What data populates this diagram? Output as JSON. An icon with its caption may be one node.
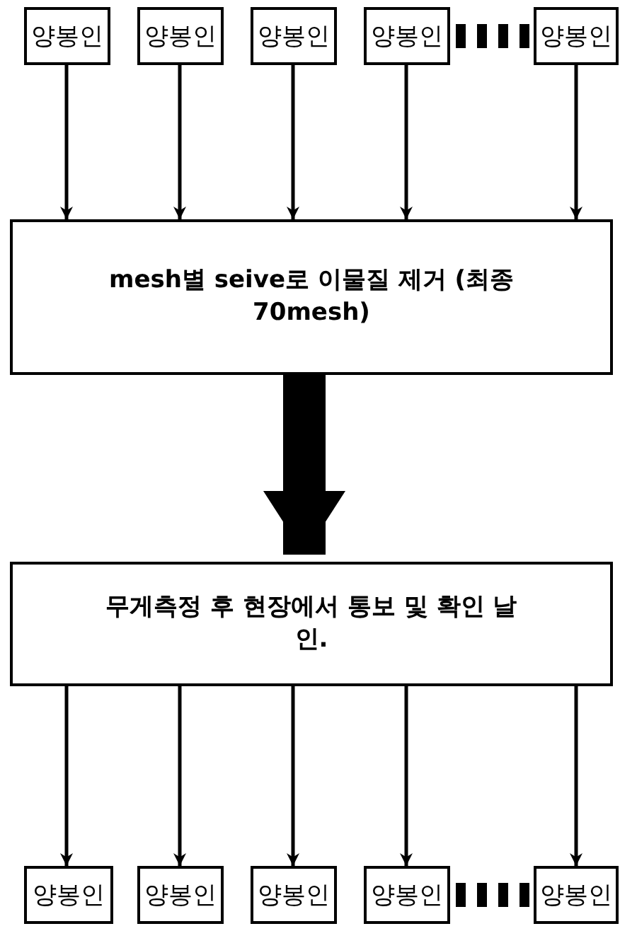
{
  "diagram": {
    "nodes": [
      {
        "text": [
          "양봉인"
        ]
      },
      {
        "text": [
          "양봉인"
        ]
      },
      {
        "text": [
          "양봉인"
        ]
      },
      {
        "text": [
          "양봉인"
        ]
      },
      {
        "text": [
          "양봉인"
        ]
      },
      {
        "text": [
          "mesh별 seive로 이물질 제거 (최종 70mesh)"
        ]
      },
      {
        "text": [
          "무게측정 후 현장에서 통보 및 확인 날인."
        ]
      },
      {
        "text": [
          "양봉인"
        ]
      },
      {
        "text": [
          "양봉인"
        ]
      },
      {
        "text": [
          "양봉인"
        ]
      },
      {
        "text": [
          "양봉인"
        ]
      },
      {
        "text": [
          "양봉인"
        ]
      }
    ],
    "edges": [
      {
        "from": 0,
        "to": 5,
        "arrow": "to"
      },
      {
        "from": 1,
        "to": 5,
        "arrow": "to"
      },
      {
        "from": 2,
        "to": 5,
        "arrow": "to"
      },
      {
        "from": 3,
        "to": 5,
        "arrow": "to"
      },
      {
        "from": 4,
        "to": 5,
        "arrow": "to"
      },
      {
        "from": 5,
        "to": 6,
        "arrow": "to",
        "style": "thick"
      },
      {
        "from": 6,
        "to": 7,
        "arrow": "to"
      },
      {
        "from": 6,
        "to": 8,
        "arrow": "to"
      },
      {
        "from": 6,
        "to": 9,
        "arrow": "to"
      },
      {
        "from": 6,
        "to": 10,
        "arrow": "to"
      },
      {
        "from": 6,
        "to": 11,
        "arrow": "to"
      }
    ]
  }
}
